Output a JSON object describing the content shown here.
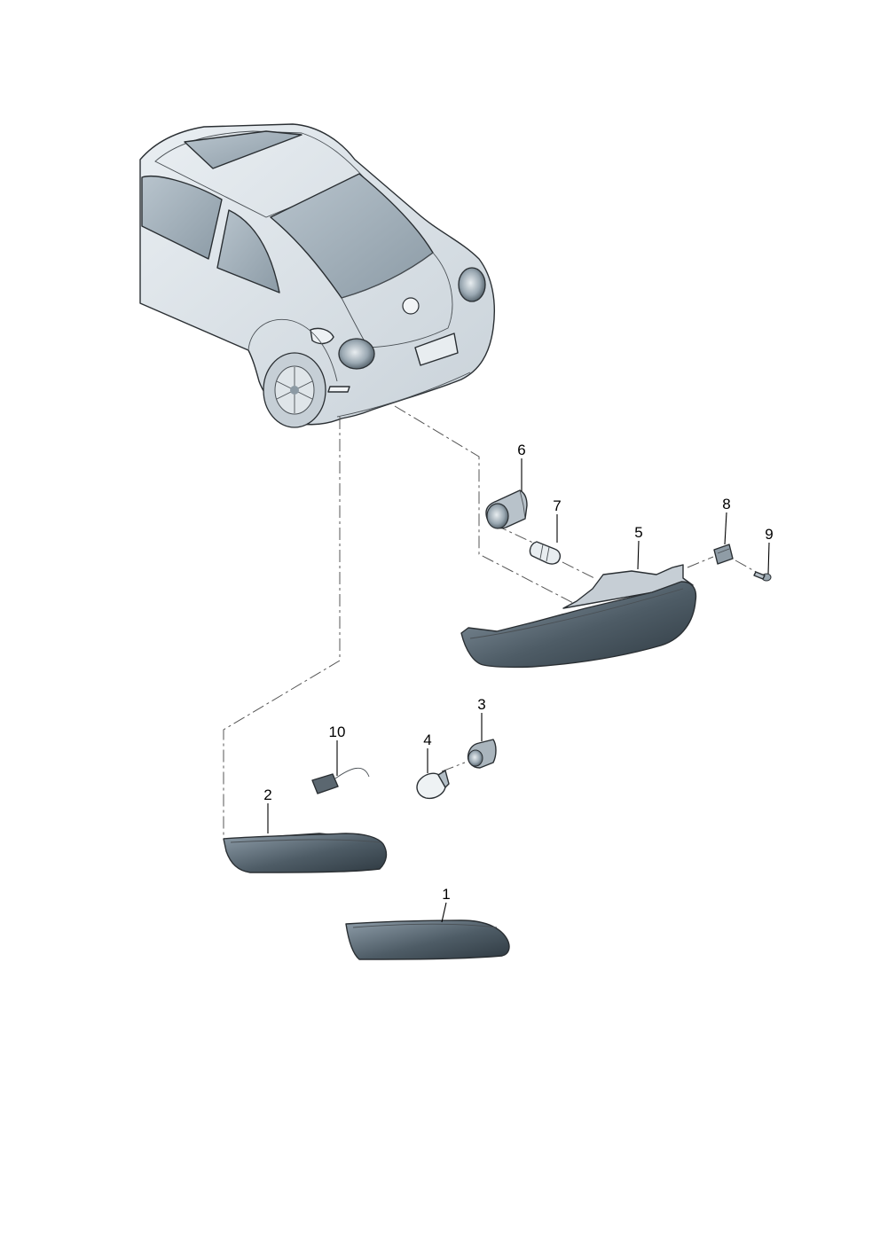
{
  "callouts": {
    "c1": "1",
    "c2": "2",
    "c3": "3",
    "c4": "4",
    "c5": "5",
    "c6": "6",
    "c7": "7",
    "c8": "8",
    "c9": "9",
    "c10": "10"
  },
  "colors": {
    "car_body": "#dde3e8",
    "car_shadow": "#b9c3cb",
    "glass": "#9fadb8",
    "lens_dark": "#3e4a54",
    "lens_light": "#8a9aa6",
    "part_grey": "#a9b4bc"
  }
}
